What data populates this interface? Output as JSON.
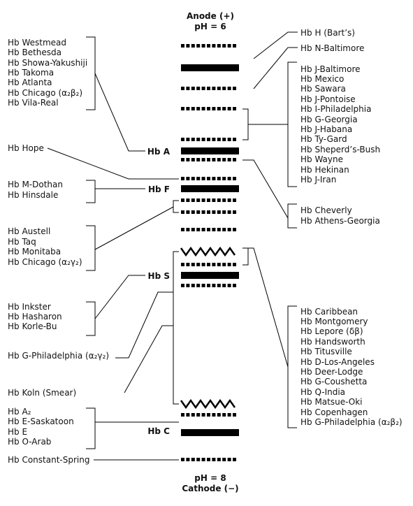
{
  "header": {
    "anode": "Anode (+)",
    "ph_top": "pH = 6"
  },
  "footer": {
    "ph_bottom": "pH = 8",
    "cathode": "Cathode (−)"
  },
  "left": {
    "group1": [
      "Hb Westmead",
      "Hb Bethesda",
      "Hb Showa-Yakushiji",
      "Hb Takoma",
      "Hb Atlanta",
      "Hb Chicago (α₂β₂)",
      "Hb Vila-Real"
    ],
    "hope": "Hb Hope",
    "group2": [
      "Hb M-Dothan",
      "Hb Hinsdale"
    ],
    "group3": [
      "Hb Austell",
      "Hb Taq",
      "Hb Monitaba",
      "Hb Chicago (α₂γ₂)"
    ],
    "group4": [
      "Hb Inkster",
      "Hb Hasharon",
      "Hb Korle-Bu"
    ],
    "g_phil": "Hb G-Philadelphia (α₂γ₂)",
    "koln": "Hb Koln (Smear)",
    "group5": [
      "Hb A₂",
      "Hb E-Saskatoon",
      "Hb E",
      "Hb O-Arab"
    ],
    "constant_spring": "Hb Constant-Spring"
  },
  "center": {
    "hb_a": "Hb A",
    "hb_f": "Hb F",
    "hb_s": "Hb S",
    "hb_c": "Hb C"
  },
  "right": {
    "barts": "Hb H (Bart’s)",
    "n_balt": "Hb N-Baltimore",
    "group1": [
      "Hb J-Baltimore",
      "Hb Mexico",
      "Hb Sawara",
      "Hb J-Pontoise",
      "Hb I-Philadelphia",
      "Hb G-Georgia",
      "Hb J-Habana",
      "Hb Ty-Gard",
      "Hb Sheperd’s-Bush",
      "Hb Wayne",
      "Hb Hekinan",
      "Hb J-Iran"
    ],
    "group2": [
      "Hb Cheverly",
      "Hb Athens-Georgia"
    ],
    "group3": [
      "Hb Caribbean",
      "Hb Montgomery",
      "Hb Lepore (δβ)",
      "Hb Handsworth",
      "Hb Titusville",
      "Hb D-Los-Angeles",
      "Hb Deer-Lodge",
      "Hb G-Coushetta",
      "Hb Q-India",
      "Hb Matsue-Oki",
      "Hb Copenhagen",
      "Hb G-Philadelphia (α₂β₂)"
    ]
  },
  "bands": [
    {
      "id": "band-barts-dotted",
      "style": "dotted"
    },
    {
      "id": "band-n-baltimore-solid",
      "style": "solid"
    },
    {
      "id": "band-dotted-3",
      "style": "dotted"
    },
    {
      "id": "band-dotted-4",
      "style": "dotted"
    },
    {
      "id": "band-dotted-5",
      "style": "dotted"
    },
    {
      "id": "band-hb-a",
      "style": "solid"
    },
    {
      "id": "band-dotted-7",
      "style": "dotted"
    },
    {
      "id": "band-hope-dotted",
      "style": "dotted"
    },
    {
      "id": "band-hb-f",
      "style": "solid"
    },
    {
      "id": "band-dotted-10",
      "style": "dotted"
    },
    {
      "id": "band-dotted-11",
      "style": "dotted"
    },
    {
      "id": "band-dotted-12",
      "style": "dotted"
    },
    {
      "id": "band-zigzag-top",
      "style": "zigzag"
    },
    {
      "id": "band-dotted-14",
      "style": "dotted"
    },
    {
      "id": "band-hb-s",
      "style": "solid"
    },
    {
      "id": "band-dotted-16",
      "style": "dotted"
    },
    {
      "id": "band-zigzag-bottom",
      "style": "zigzag"
    },
    {
      "id": "band-dotted-18",
      "style": "dotted"
    },
    {
      "id": "band-hb-c",
      "style": "solid"
    },
    {
      "id": "band-constant-spring",
      "style": "dotted"
    }
  ]
}
